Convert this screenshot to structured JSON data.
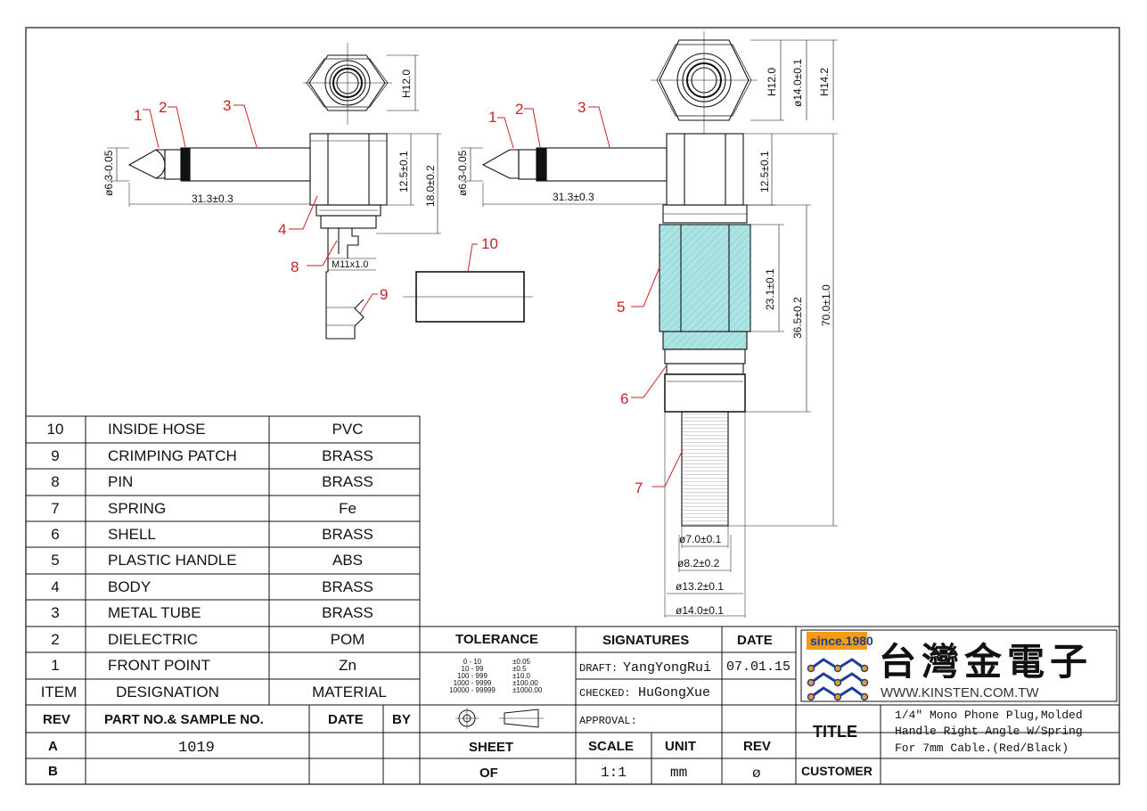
{
  "drawing": {
    "callouts": [
      "1",
      "2",
      "3",
      "4",
      "5",
      "6",
      "7",
      "8",
      "9",
      "10"
    ],
    "dims": {
      "h12": "H12.0",
      "d63": "ø6.3-0.05",
      "l313": "31.3±0.3",
      "h125": "12.5±0.1",
      "h180": "18.0±0.2",
      "m11": "M11x1.0",
      "d140": "ø14.0±0.1",
      "h142": "H14.2",
      "l231": "23.1±0.1",
      "l365": "36.5±0.2",
      "l700": "70.0±1.0",
      "d70": "ø7.0±0.1",
      "d82": "ø8.2±0.2",
      "d132": "ø13.2±0.1",
      "d140b": "ø14.0±0.1"
    }
  },
  "parts": {
    "rows": [
      {
        "item": "10",
        "designation": "INSIDE HOSE",
        "material": "PVC"
      },
      {
        "item": "9",
        "designation": "CRIMPING PATCH",
        "material": "BRASS"
      },
      {
        "item": "8",
        "designation": "PIN",
        "material": "BRASS"
      },
      {
        "item": "7",
        "designation": "SPRING",
        "material": "Fe"
      },
      {
        "item": "6",
        "designation": "SHELL",
        "material": "BRASS"
      },
      {
        "item": "5",
        "designation": "PLASTIC HANDLE",
        "material": "ABS"
      },
      {
        "item": "4",
        "designation": "BODY",
        "material": "BRASS"
      },
      {
        "item": "3",
        "designation": "METAL TUBE",
        "material": "BRASS"
      },
      {
        "item": "2",
        "designation": "DIELECTRIC",
        "material": "POM"
      },
      {
        "item": "1",
        "designation": "FRONT POINT",
        "material": "Zn"
      }
    ],
    "header": {
      "item": "ITEM",
      "designation": "DESIGNATION",
      "material": "MATERIAL"
    }
  },
  "title_block": {
    "rev_header": "REV",
    "partno_header": "PART NO.& SAMPLE NO.",
    "date_header": "DATE",
    "by_header": "BY",
    "rev_a": "A",
    "rev_b": "B",
    "part_no": "1019",
    "tolerance_label": "TOLERANCE",
    "tolerance_rows": [
      {
        "range": "0 - 10",
        "tol": "±0.05"
      },
      {
        "range": "10 - 99",
        "tol": "±0.5"
      },
      {
        "range": "100 - 999",
        "tol": "±10.0"
      },
      {
        "range": "1000 - 9999",
        "tol": "±100.00"
      },
      {
        "range": "10000 - 99999",
        "tol": "±1000.00"
      }
    ],
    "sheet_label": "SHEET",
    "of_label": "OF",
    "signatures_label": "SIGNATURES",
    "date_label": "DATE",
    "draft_label": "DRAFT:",
    "draft_name": "YangYongRui",
    "draft_date": "07.01.15",
    "checked_label": "CHECKED:",
    "checked_name": "HuGongXue",
    "approval_label": "APPROVAL:",
    "scale_label": "SCALE",
    "unit_label": "UNIT",
    "rev_label": "REV",
    "scale_value": "1:1",
    "unit_value": "mm",
    "rev_value": "ø",
    "title_label": "TITLE",
    "title_lines": [
      "1/4\" Mono Phone Plug,Molded",
      "Handle Right Angle W/Spring",
      "For 7mm Cable.(Red/Black)"
    ],
    "customer_label": "CUSTOMER"
  },
  "logo": {
    "since": "since.1980",
    "company": "台灣金電子",
    "url": "WWW.KINSTEN.COM.TW"
  },
  "colors": {
    "line": "#111111",
    "callout": "#cc2222",
    "handle": "#aee3e3",
    "logo_blue": "#1f3c99",
    "logo_orange": "#f39c12"
  }
}
